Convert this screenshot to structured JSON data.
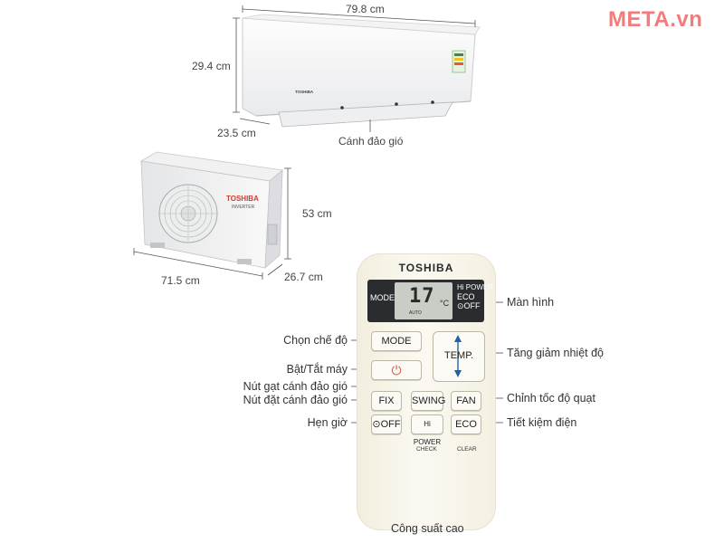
{
  "brand_watermark": "META.vn",
  "indoor_unit": {
    "brand": "TOSHIBA",
    "width": "79.8 cm",
    "height": "29.4 cm",
    "depth": "23.5 cm",
    "louver_label": "Cánh đảo gió"
  },
  "outdoor_unit": {
    "brand": "TOSHIBA",
    "sub_brand": "INVERTER",
    "height": "53 cm",
    "width": "71.5 cm",
    "depth": "26.7 cm"
  },
  "remote": {
    "brand": "TOSHIBA",
    "panel_mode": "MODE",
    "lcd_temp": "17",
    "lcd_unit": "°C",
    "lcd_auto": "AUTO",
    "panel_hipower": "Hi POWER",
    "panel_eco": "ECO",
    "panel_off": "⊙OFF",
    "buttons": {
      "mode": "MODE",
      "power": "⏻",
      "temp": "TEMP.",
      "fix": "FIX",
      "swing": "SWING",
      "fan": "FAN",
      "off": "⊙OFF",
      "hipower": "Hi POWER",
      "eco": "ECO",
      "check": "CHECK",
      "clear": "CLEAR"
    },
    "annotations": {
      "screen": "Màn hình",
      "mode": "Chọn chế độ",
      "temp": "Tăng giảm nhiệt độ",
      "power": "Bật/Tắt máy",
      "swing": "Nút gạt cánh đảo gió",
      "fix": "Nút đặt cánh đảo gió",
      "fan": "Chỉnh tốc độ quạt",
      "timer": "Hẹn giờ",
      "eco": "Tiết kiệm điện",
      "hipower": "Công suất cao"
    }
  }
}
